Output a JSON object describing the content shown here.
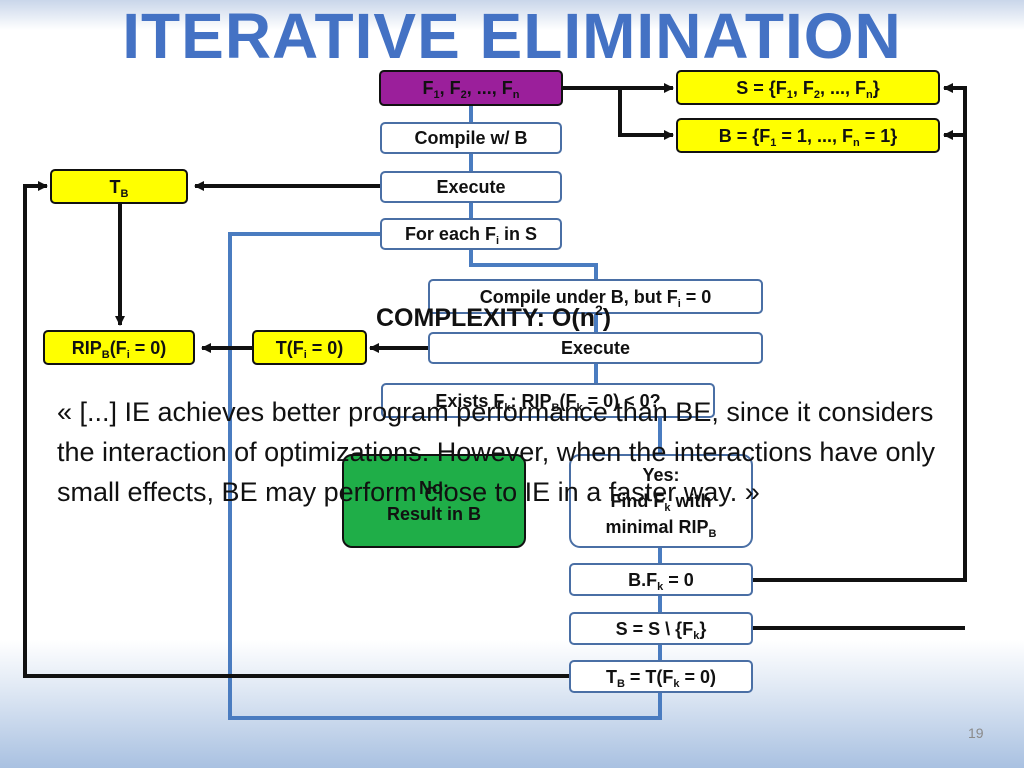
{
  "slide": {
    "title": "ITERATIVE ELIMINATION",
    "page_number": "19"
  },
  "boxes": {
    "flags_list": {
      "pre": "F",
      "s1": "1",
      "m1": ", F",
      "s2": "2",
      "m2": ", ..., F",
      "s3": "n"
    },
    "set_s": {
      "pre": "S = {F",
      "s1": "1",
      "m1": ", F",
      "s2": "2",
      "m2": ", ..., F",
      "s3": "n",
      "post": "}"
    },
    "set_b": {
      "pre": "B = {F",
      "s1": "1",
      "m1": " = 1, ..., F",
      "s2": "n",
      "post": " = 1}"
    },
    "compile_with_b": "Compile w/ B",
    "execute_1": "Execute",
    "t_b": {
      "pre": "T",
      "sub": "B"
    },
    "for_each": {
      "pre": "For each F",
      "sub": "i",
      "post": " in S"
    },
    "compile_under_b": {
      "pre": "Compile under B, but F",
      "sub": "i",
      "post": " = 0"
    },
    "execute_2": "Execute",
    "t_fi": {
      "pre": "T(F",
      "sub": "i",
      "post": " = 0)"
    },
    "rip_b_fi": {
      "pre": "RIP",
      "sub1": "B",
      "mid": "(F",
      "sub2": "i",
      "post": " = 0)"
    },
    "exists_fk": {
      "pre": "Exists F",
      "sub1": "k",
      "mid": ": RIP",
      "sub2": "B",
      "mid2": "(F",
      "sub3": "k",
      "post": " = 0) < 0?"
    },
    "no_branch": {
      "line1": "No:",
      "line2": "Result in B"
    },
    "yes_branch": {
      "line1": "Yes:",
      "l2pre": "Find F",
      "l2sub": "k",
      "l2post": " with",
      "l3pre": "minimal RIP",
      "l3sub": "B"
    },
    "set_bfk": {
      "pre": "B.F",
      "sub": "k",
      "post": " = 0"
    },
    "remove_fk": {
      "pre": "S = S \\ {F",
      "sub": "k",
      "post": "}"
    },
    "update_tb": {
      "pre": "T",
      "sub1": "B",
      "mid": " = T(F",
      "sub2": "k",
      "post": " = 0)"
    }
  },
  "complexity": {
    "pre": "COMPLEXITY: O(n",
    "sup": "2",
    "post": ")"
  },
  "quote": "« [...] IE achieves better program performance than BE, since it considers the interaction of optimizations. However, when the interactions have only small effects, BE may perform close to IE in a faster way. »",
  "colors": {
    "title": "#4472c4",
    "connector_blue": "#4a7cc0",
    "connector_black": "#111111",
    "box_yellow": "#ffff00",
    "box_purple": "#9b1f9b",
    "box_green": "#1fae48"
  }
}
